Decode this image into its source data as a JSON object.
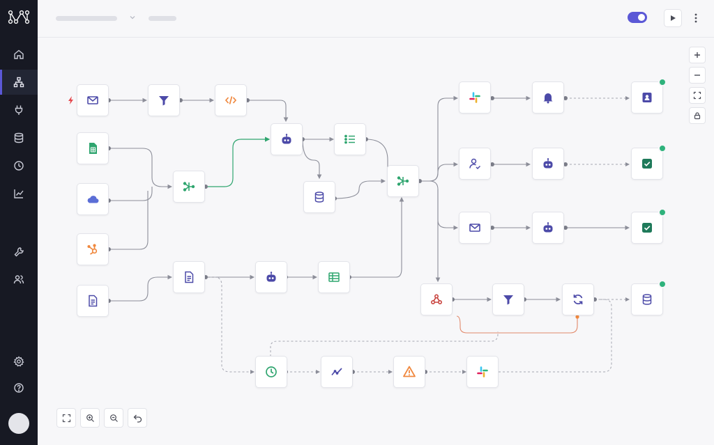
{
  "colors": {
    "sidebar_bg": "#171923",
    "accent": "#5b58d6",
    "node_icon_purple": "#4c4aa8",
    "node_icon_green": "#2fa56f",
    "node_icon_orange": "#f0883e",
    "node_icon_red": "#c9443f",
    "success": "#2fb27c",
    "wire": "#8c8e99",
    "wire_active": "#2fa56f"
  },
  "sidebar": {
    "logo": "workflow-logo-icon",
    "items": [
      {
        "name": "home",
        "icon": "home-icon"
      },
      {
        "name": "workflows",
        "icon": "workflow-icon",
        "active": true
      },
      {
        "name": "integrations",
        "icon": "plug-icon"
      },
      {
        "name": "data",
        "icon": "database-icon"
      },
      {
        "name": "history",
        "icon": "clock-icon"
      },
      {
        "name": "analytics",
        "icon": "chart-icon"
      },
      {
        "name": "tools",
        "icon": "wrench-icon"
      },
      {
        "name": "team",
        "icon": "users-icon"
      },
      {
        "name": "settings",
        "icon": "gear-icon"
      },
      {
        "name": "help",
        "icon": "help-icon"
      }
    ]
  },
  "topbar": {
    "workflow_active": true,
    "run_icon": "play-icon",
    "more_icon": "more-vertical-icon"
  },
  "nodes": [
    {
      "id": "gmail-trigger",
      "icon": "mail-icon",
      "trigger": true
    },
    {
      "id": "filter-1",
      "icon": "filter-icon"
    },
    {
      "id": "code-1",
      "icon": "code-icon"
    },
    {
      "id": "ai-agent-1",
      "icon": "bot-icon"
    },
    {
      "id": "list-1",
      "icon": "list-icon"
    },
    {
      "id": "sheets",
      "icon": "spreadsheet-icon"
    },
    {
      "id": "cloud",
      "icon": "cloud-icon"
    },
    {
      "id": "hubspot",
      "icon": "hubspot-icon"
    },
    {
      "id": "merge-1",
      "icon": "merge-icon"
    },
    {
      "id": "database-1",
      "icon": "database-icon"
    },
    {
      "id": "merge-2",
      "icon": "merge-icon"
    },
    {
      "id": "document-1",
      "icon": "document-icon"
    },
    {
      "id": "document-2",
      "icon": "document-icon"
    },
    {
      "id": "ai-agent-2",
      "icon": "bot-icon"
    },
    {
      "id": "table-1",
      "icon": "table-icon"
    },
    {
      "id": "slack-1",
      "icon": "slack-icon"
    },
    {
      "id": "notify",
      "icon": "bell-icon"
    },
    {
      "id": "contact-out",
      "icon": "contact-icon",
      "success": true
    },
    {
      "id": "user-check",
      "icon": "user-check-icon"
    },
    {
      "id": "ai-agent-3",
      "icon": "bot-icon"
    },
    {
      "id": "done-1",
      "icon": "check-square-icon",
      "success": true
    },
    {
      "id": "mail-send",
      "icon": "mail-icon"
    },
    {
      "id": "ai-agent-4",
      "icon": "bot-icon"
    },
    {
      "id": "done-2",
      "icon": "check-square-icon",
      "success": true
    },
    {
      "id": "webhook",
      "icon": "webhook-icon"
    },
    {
      "id": "filter-2",
      "icon": "filter-icon"
    },
    {
      "id": "loop",
      "icon": "refresh-icon"
    },
    {
      "id": "database-out",
      "icon": "database-icon",
      "success": true
    },
    {
      "id": "schedule",
      "icon": "clock-icon"
    },
    {
      "id": "trend",
      "icon": "trend-icon"
    },
    {
      "id": "alert",
      "icon": "alert-icon"
    },
    {
      "id": "slack-2",
      "icon": "slack-icon"
    }
  ],
  "canvas_controls": [
    {
      "name": "zoom-in",
      "icon": "plus-icon"
    },
    {
      "name": "zoom-out",
      "icon": "minus-icon"
    },
    {
      "name": "fit-view",
      "icon": "fit-icon"
    },
    {
      "name": "lock",
      "icon": "lock-icon"
    }
  ],
  "bottom_controls": [
    {
      "name": "fit-screen",
      "icon": "expand-icon"
    },
    {
      "name": "zoom-in",
      "icon": "zoom-in-icon"
    },
    {
      "name": "zoom-out",
      "icon": "zoom-out-icon"
    },
    {
      "name": "undo",
      "icon": "undo-icon"
    }
  ]
}
